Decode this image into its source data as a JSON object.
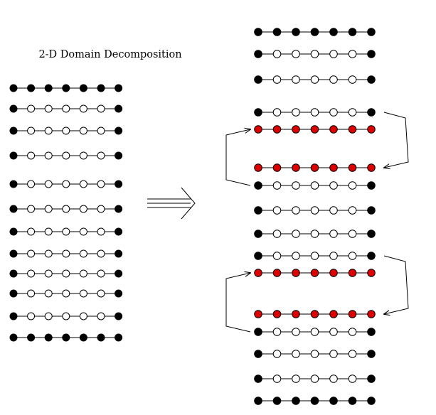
{
  "title": "2-D Domain Decomposition",
  "colors": {
    "line": "#000000",
    "filled_node": "#000000",
    "empty_node": "#ffffff",
    "ghost_node": "#dd0000"
  },
  "left_grid": {
    "points_per_row": 7,
    "rows": [
      "boundary",
      "interior",
      "interior",
      "interior",
      "interior",
      "interior",
      "interior",
      "interior",
      "interior",
      "interior",
      "interior",
      "boundary"
    ]
  },
  "arrow": {
    "direction": "right",
    "style": "double-line-arrow-icon"
  },
  "right_grid": {
    "points_per_row": 7,
    "rows": [
      "boundary",
      "interior",
      "interior",
      "interior",
      "ghost",
      "ghost",
      "interior",
      "interior",
      "interior",
      "interior",
      "ghost",
      "ghost",
      "interior",
      "interior",
      "interior",
      "boundary"
    ],
    "exchanges": [
      {
        "from_row": 3,
        "to_row": 5,
        "side": "right"
      },
      {
        "from_row": 6,
        "to_row": 4,
        "side": "left"
      },
      {
        "from_row": 9,
        "to_row": 11,
        "side": "right"
      },
      {
        "from_row": 12,
        "to_row": 10,
        "side": "left"
      }
    ]
  }
}
